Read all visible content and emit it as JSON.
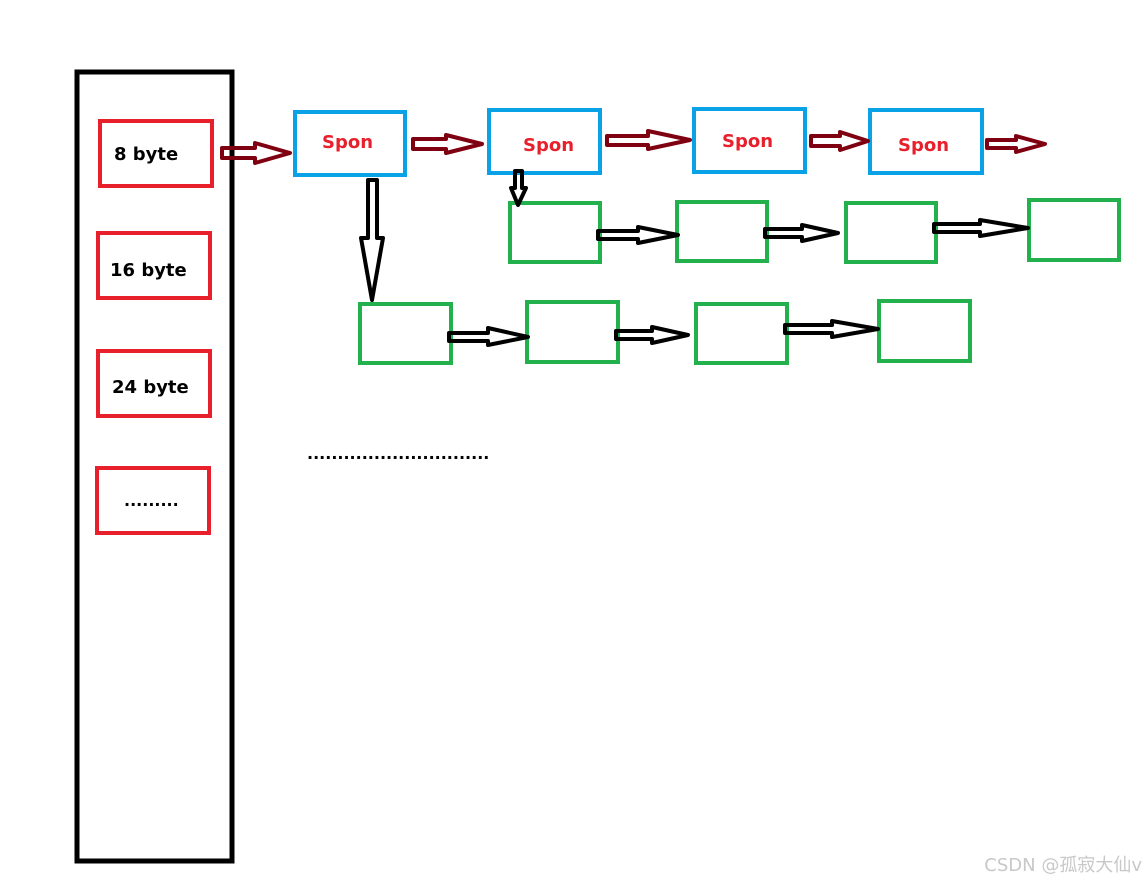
{
  "colors": {
    "frame": "#000000",
    "size_class_border": "#e8202c",
    "span_border": "#0aa2e6",
    "span_text": "#e8202c",
    "object_border": "#22b14c",
    "span_arrow": "#7f0010",
    "object_arrow": "#000000"
  },
  "size_classes": [
    "8 byte",
    "16 byte",
    "24 byte",
    "........."
  ],
  "spans": [
    "Spon",
    "Spon",
    "Spon",
    "Spon"
  ],
  "more_marker": "..............................",
  "watermark": "CSDN @孤寂大仙v"
}
